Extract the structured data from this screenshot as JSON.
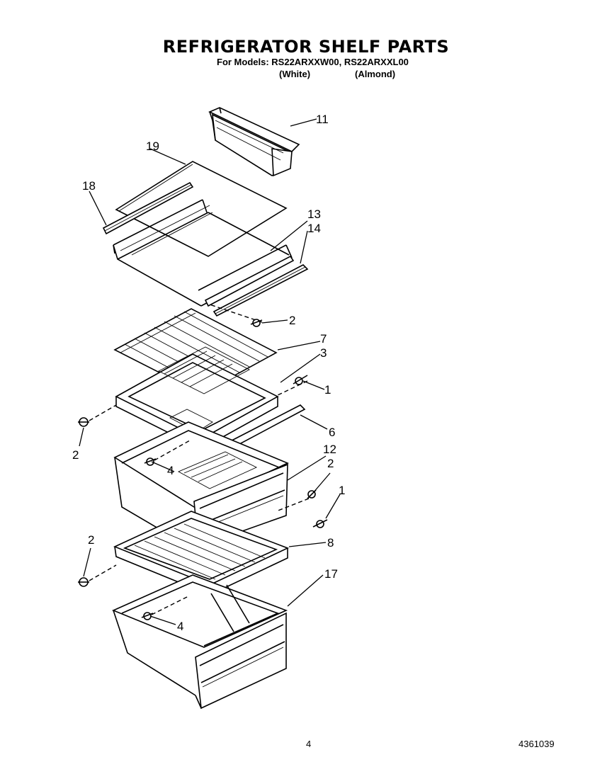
{
  "header": {
    "title": "REFRIGERATOR SHELF PARTS",
    "models": "For Models: RS22ARXXW00, RS22ARXXL00",
    "variant_white": "(White)",
    "variant_almond": "(Almond)"
  },
  "callouts": {
    "c11": "11",
    "c19": "19",
    "c18": "18",
    "c13": "13",
    "c14": "14",
    "c2a": "2",
    "c7": "7",
    "c3": "3",
    "c1a": "1",
    "c2b": "2",
    "c6": "6",
    "c12": "12",
    "c2c": "2",
    "c4a": "4",
    "c1b": "1",
    "c2d": "2",
    "c8": "8",
    "c17": "17",
    "c4b": "4"
  },
  "footer": {
    "page_number": "4",
    "document_number": "4361039"
  }
}
